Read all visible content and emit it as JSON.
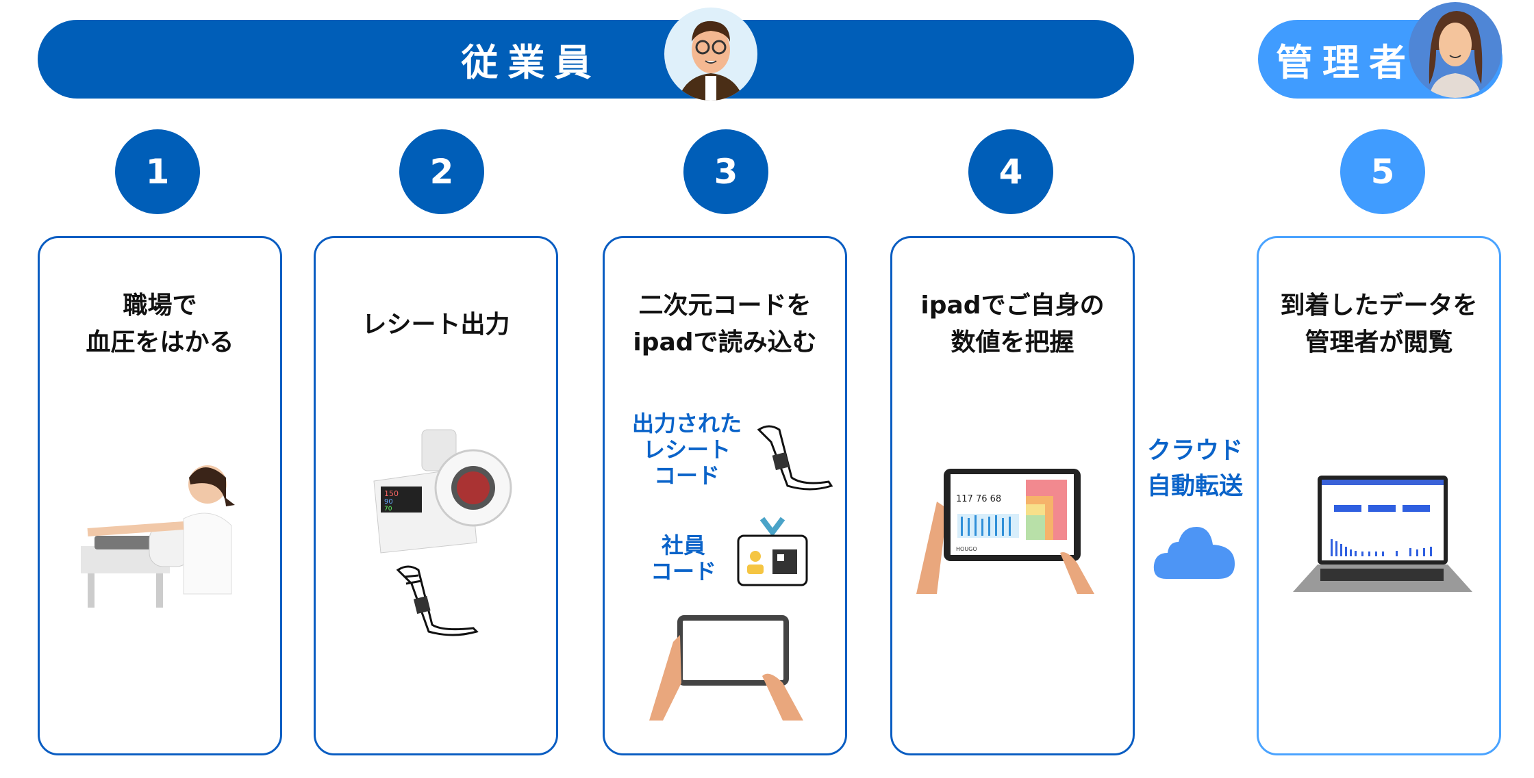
{
  "header": {
    "employee_label": "従業員",
    "manager_label": "管理者"
  },
  "colors": {
    "primary": "#005eb8",
    "light": "#409cff"
  },
  "steps": [
    {
      "number": "1",
      "title_line1": "職場で",
      "title_line2": "血圧をはかる"
    },
    {
      "number": "2",
      "title_line1": "レシート出力",
      "title_line2": ""
    },
    {
      "number": "3",
      "title_line1": "二次元コードを",
      "title_line2": "ipadで読み込む",
      "label_receipt": [
        "出力された",
        "レシート",
        "コード"
      ],
      "label_employee": [
        "社員",
        "コード"
      ]
    },
    {
      "number": "4",
      "title_line1": "ipadでご自身の",
      "title_line2": "数値を把握",
      "tablet_values": [
        "117",
        "76",
        "68"
      ],
      "tablet_brand": "HOUGO"
    },
    {
      "number": "5",
      "title_line1": "到着したデータを",
      "title_line2": "管理者が閲覧"
    }
  ],
  "transfer": {
    "line1": "クラウド",
    "line2": "自動転送"
  },
  "monitor": {
    "sbp": "150",
    "dbp": "90",
    "pulse": "70"
  }
}
